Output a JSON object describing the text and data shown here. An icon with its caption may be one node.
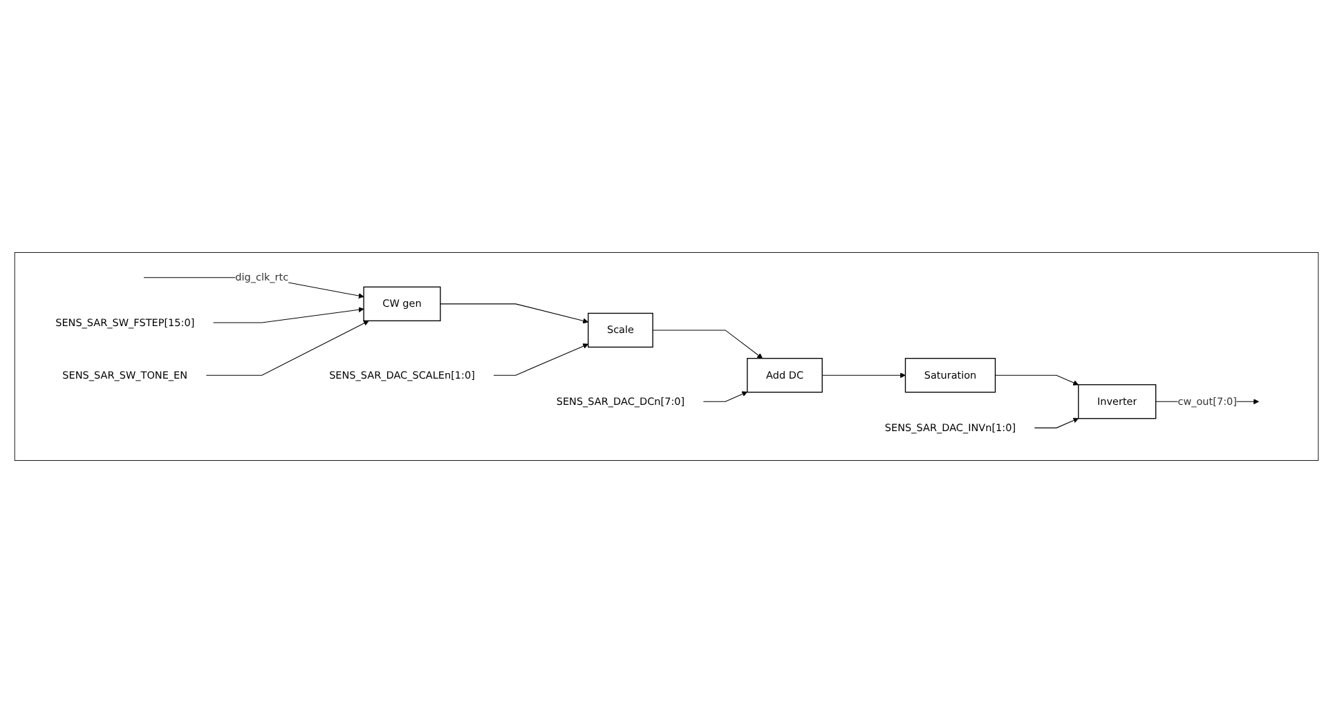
{
  "diagram": {
    "nodes": [
      {
        "text": [],
        "shape": "box"
      },
      {
        "text": [
          "SENS_SAR_SW_FSTEP[15:0]"
        ],
        "in": 0
      },
      {
        "text": [
          "SENS_SAR_DAC_DCn[7:0]"
        ],
        "in": 0
      },
      {
        "text": [
          "SENS_SAR_DAC_SCALEn[1:0]"
        ],
        "in": 0
      },
      {
        "text": [
          "SENS_SAR_DAC_INVn[1:0]"
        ],
        "in": 0
      },
      {
        "text": [
          "CW gen"
        ],
        "in": 0
      },
      {
        "text": [
          "Scale"
        ],
        "in": 0
      },
      {
        "text": [
          "Add DC"
        ],
        "in": 0
      },
      {
        "text": [
          "Saturation"
        ],
        "in": 0
      },
      {
        "text": [
          "Inverter"
        ],
        "in": 0
      },
      {
        "text": [
          "SENS_SAR_SW_TONE_EN"
        ],
        "in": 0
      }
    ],
    "edges": [
      {
        "from": null,
        "to": 5,
        "arrow": "to",
        "label": "dig_clk_rtc"
      },
      {
        "from": 1,
        "to": 5,
        "arrow": "to"
      },
      {
        "from": 10,
        "to": 5,
        "arrow": "to"
      },
      {
        "from": 5,
        "to": 6,
        "arrow": "to"
      },
      {
        "from": 3,
        "to": 6,
        "arrow": "to"
      },
      {
        "from": 6,
        "to": 7,
        "arrow": "to"
      },
      {
        "from": 2,
        "to": 7,
        "arrow": "to"
      },
      {
        "from": 7,
        "to": 8,
        "arrow": "to"
      },
      {
        "from": 8,
        "to": 9,
        "arrow": "to"
      },
      {
        "from": 4,
        "to": 9,
        "arrow": "to"
      },
      {
        "from": 9,
        "to": null,
        "arrow": "to",
        "label": "cw_out[7:0]"
      }
    ]
  }
}
